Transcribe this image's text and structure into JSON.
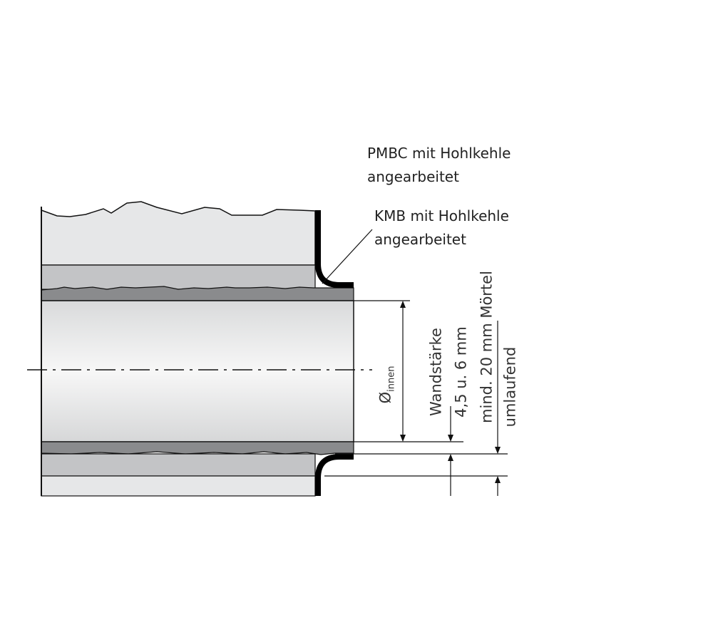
{
  "labels": {
    "pmbc_line1": "PMBC mit Hohlkehle",
    "pmbc_line2": "angearbeitet",
    "kmb_line1": "KMB mit Hohlkehle",
    "kmb_line2": "angearbeitet"
  },
  "dimensions": {
    "diameter_symbol": "Ø",
    "diameter_sub": "innen",
    "wall_thickness_line1": "Wandstärke",
    "wall_thickness_line2": "4,5 u. 6 mm",
    "mortar_line1": "mind. 20 mm Mörtel",
    "mortar_line2": "umlaufend"
  },
  "colors": {
    "wall": "#e6e7e8",
    "mortar": "#c3c4c6",
    "pipe_wall": "#8a8b8d",
    "membrane": "#000000"
  }
}
